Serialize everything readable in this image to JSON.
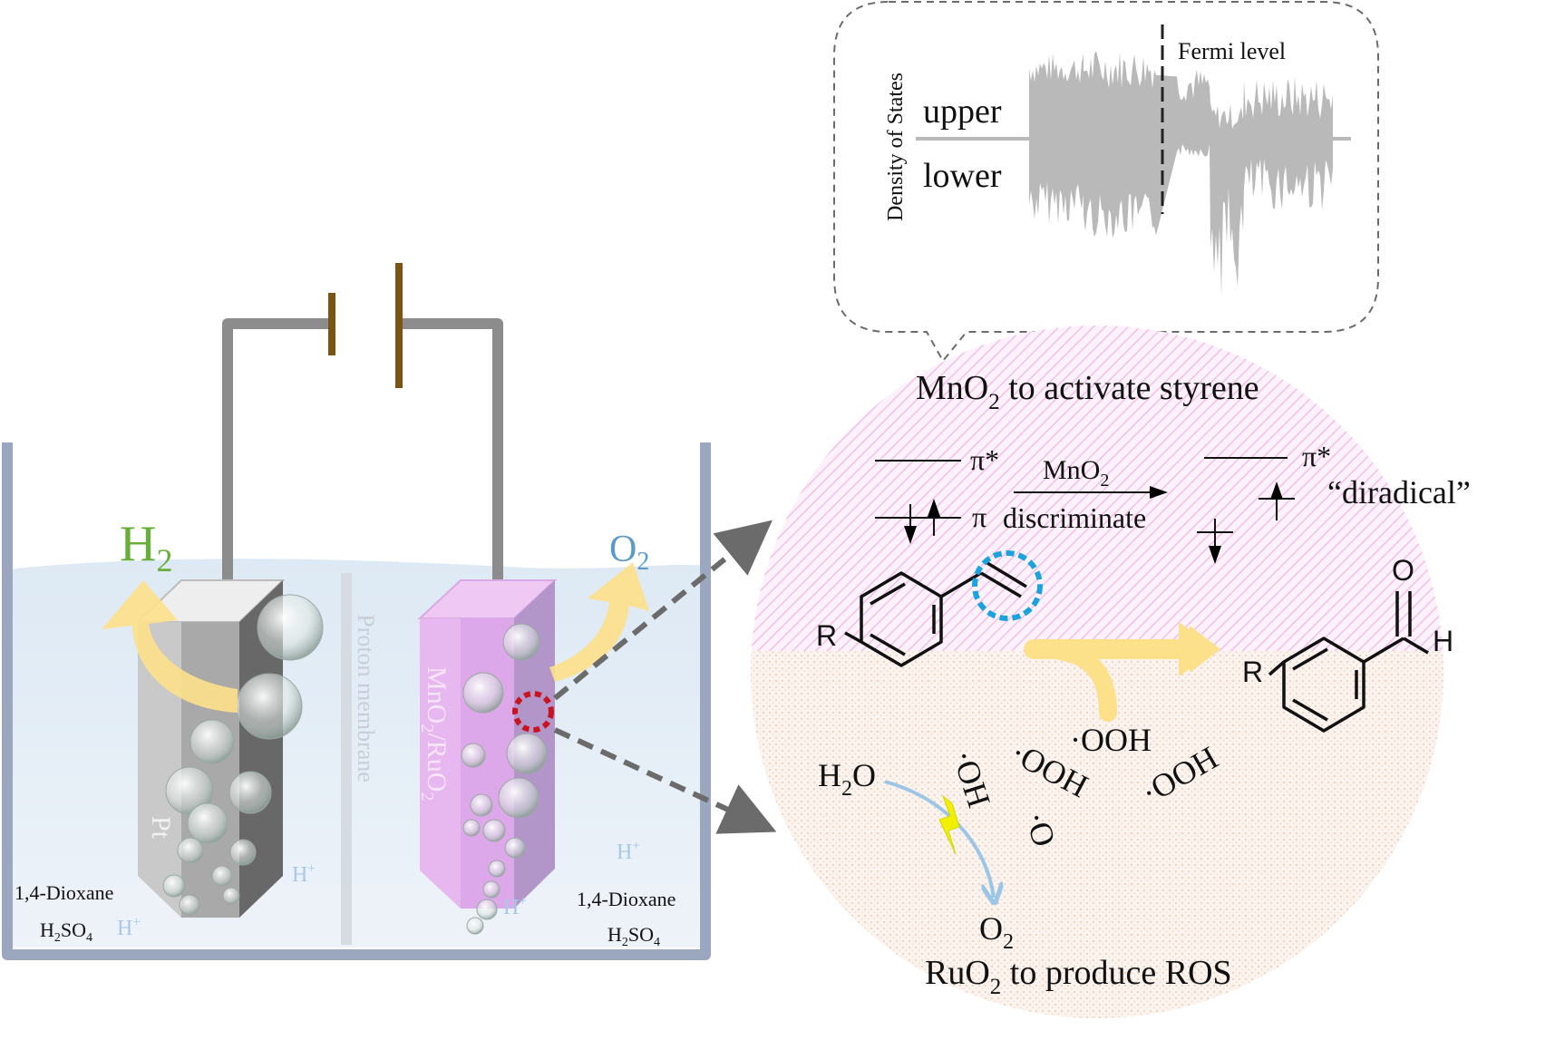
{
  "cell": {
    "gas_cathode": "H",
    "gas_cathode_sub": "2",
    "gas_anode": "O",
    "gas_anode_sub": "2",
    "cathode_label": "Pt",
    "anode_label": "MnO",
    "anode_label_sub": "2",
    "anode_label_tail": "/RuO",
    "anode_label_tail_sub": "2",
    "membrane_label": "Proton membrane",
    "proton": "H",
    "proton_sup": "+",
    "left_electrolyte_1": "1,4-Dioxane",
    "left_electrolyte_2_main": "H",
    "left_electrolyte_2_sub1": "2",
    "left_electrolyte_2_mid": "SO",
    "left_electrolyte_2_sub2": "4",
    "right_electrolyte_1": "1,4-Dioxane",
    "right_electrolyte_2_main": "H",
    "right_electrolyte_2_sub1": "2",
    "right_electrolyte_2_mid": "SO",
    "right_electrolyte_2_sub2": "4"
  },
  "dos": {
    "ylabel": "Density of States",
    "upper": "upper",
    "lower": "lower",
    "fermi": "Fermi level"
  },
  "mechanism": {
    "title_main": "MnO",
    "title_sub": "2",
    "title_tail": " to activate styrene",
    "pi_star": "π*",
    "pi": "π",
    "arrow_top_main": "MnO",
    "arrow_top_sub": "2",
    "arrow_bottom": "discriminate",
    "pi_star_right": "π*",
    "diradical": "“diradical”",
    "r_left": "R",
    "r_right": "R",
    "o_atom": "O",
    "h_atom": "H",
    "ooh_top": "·OOH",
    "h2o_main": "H",
    "h2o_sub": "2",
    "h2o_tail": "O",
    "oh": "·OH",
    "ooh_mid": "·OOH",
    "o_rad": "·O",
    "ooh_right": "·OOH",
    "o2_main": "O",
    "o2_sub": "2",
    "ros_main": "RuO",
    "ros_sub": "2",
    "ros_tail": " to produce ROS"
  },
  "colors": {
    "h2": "#6aae3a",
    "o2": "#5b9ac9",
    "water": "#e8f0f8",
    "tank": "#9aa6bd",
    "wire": "#8c8c8c",
    "battery": "#7a5414",
    "anode": "#d9b3e6",
    "cathode": "#6e6e6e",
    "arrow_yellow": "#fde08a",
    "dos": "#b9b9b9",
    "pink": "#f3c6ea",
    "tan": "#f3ddd0",
    "cyan": "#1aa3dd",
    "red": "#c8141e",
    "lightning": "#f0f000"
  }
}
